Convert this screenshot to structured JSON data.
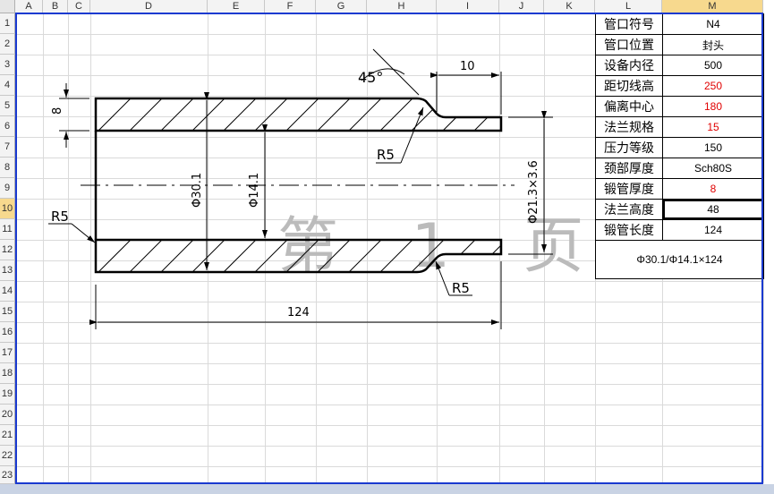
{
  "columns": [
    "A",
    "B",
    "C",
    "D",
    "E",
    "F",
    "G",
    "H",
    "I",
    "J",
    "K",
    "L",
    "M"
  ],
  "rows": [
    "1",
    "2",
    "3",
    "4",
    "5",
    "6",
    "7",
    "8",
    "9",
    "10",
    "11",
    "12",
    "13",
    "14",
    "15",
    "16",
    "17",
    "18",
    "19",
    "20",
    "21",
    "22",
    "23"
  ],
  "table": [
    {
      "label": "管口符号",
      "value": "N4",
      "red": false
    },
    {
      "label": "管口位置",
      "value": "封头",
      "red": false
    },
    {
      "label": "设备内径",
      "value": "500",
      "red": false
    },
    {
      "label": "距切线高",
      "value": "250",
      "red": true
    },
    {
      "label": "偏离中心",
      "value": "180",
      "red": true
    },
    {
      "label": "法兰规格",
      "value": "15",
      "red": true
    },
    {
      "label": "压力等级",
      "value": "150",
      "red": false
    },
    {
      "label": "颈部厚度",
      "value": "Sch80S",
      "red": false
    },
    {
      "label": "锻管厚度",
      "value": "8",
      "red": true
    },
    {
      "label": "法兰高度",
      "value": "48",
      "red": false
    },
    {
      "label": "锻管长度",
      "value": "124",
      "red": false
    }
  ],
  "summary": "Φ30.1/Φ14.1×124",
  "drawing": {
    "angle": "45°",
    "dim_top": "10",
    "dim_thick": "8",
    "radius_1": "R5",
    "radius_2": "R5",
    "radius_3": "R5",
    "dim_od": "Φ30.1",
    "dim_id": "Φ14.1",
    "dim_small": "Φ21.3×3.6",
    "dim_length": "124",
    "watermark": "第 1 页"
  }
}
